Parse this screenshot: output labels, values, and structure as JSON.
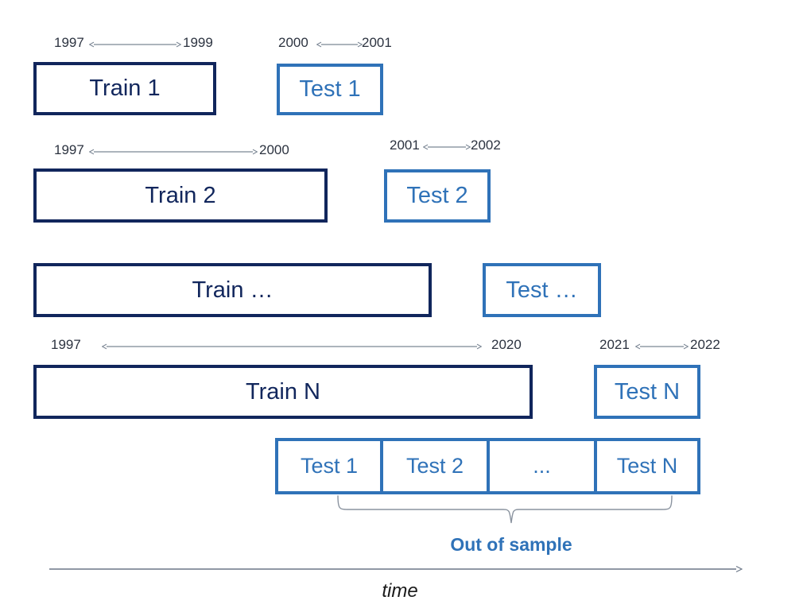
{
  "diagram": {
    "title_text_colors": {
      "train_navy": "#11265c",
      "test_blue": "#2f72b8",
      "arrow_gray": "#7b8694",
      "year_text": "#2c3340"
    },
    "rows": [
      {
        "train": {
          "label": "Train 1",
          "from_year": "1997",
          "to_year": "1999"
        },
        "test": {
          "label": "Test 1",
          "from_year": "2000",
          "to_year": "2001"
        }
      },
      {
        "train": {
          "label": "Train 2",
          "from_year": "1997",
          "to_year": "2000"
        },
        "test": {
          "label": "Test 2",
          "from_year": "2001",
          "to_year": "2002"
        }
      },
      {
        "train": {
          "label": "Train …",
          "from_year": "",
          "to_year": ""
        },
        "test": {
          "label": "Test …",
          "from_year": "",
          "to_year": ""
        }
      },
      {
        "train": {
          "label": "Train N",
          "from_year": "1997",
          "to_year": "2020"
        },
        "test": {
          "label": "Test N",
          "from_year": "2021",
          "to_year": "2022"
        }
      }
    ],
    "combined_strip": {
      "cells": [
        "Test 1",
        "Test 2",
        "...",
        "Test N"
      ]
    },
    "out_of_sample_label": "Out of sample",
    "time_axis_label": "time"
  }
}
